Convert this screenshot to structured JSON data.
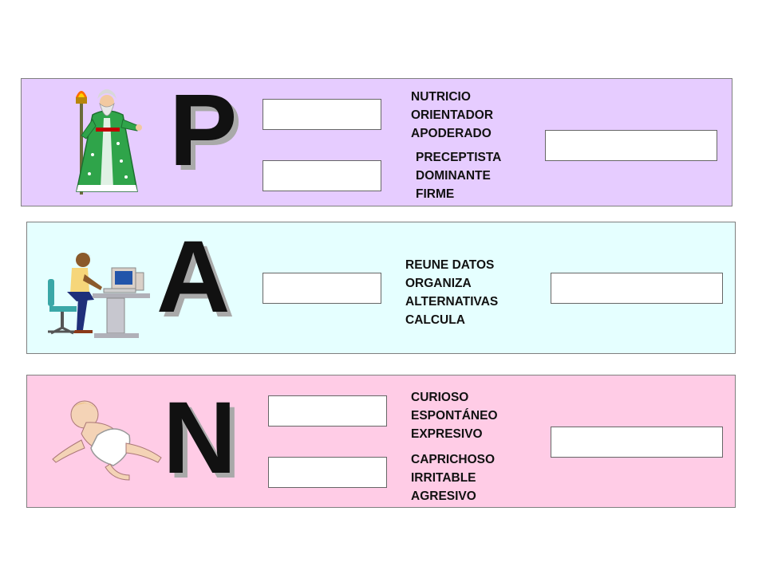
{
  "parent": {
    "letter": "P",
    "traits_positive": [
      "NUTRICIO",
      "ORIENTADOR",
      "APODERADO"
    ],
    "traits_negative": [
      "PRECEPTISTA",
      "DOMINANTE",
      "FIRME"
    ],
    "icon": "wizard-with-torch-icon"
  },
  "adult": {
    "letter": "A",
    "traits": [
      "REUNE DATOS",
      "ORGANIZA",
      "ALTERNATIVAS",
      "CALCULA"
    ],
    "icon": "person-at-computer-icon"
  },
  "child": {
    "letter": "N",
    "traits_positive": [
      "CURIOSO",
      "ESPONTÁNEO",
      "EXPRESIVO"
    ],
    "traits_negative": [
      "CAPRICHOSO",
      "IRRITABLE",
      "AGRESIVO"
    ],
    "icon": "crawling-baby-icon"
  },
  "colors": {
    "parent_bg": "#e6ccff",
    "adult_bg": "#e5ffff",
    "child_bg": "#ffcce6"
  }
}
